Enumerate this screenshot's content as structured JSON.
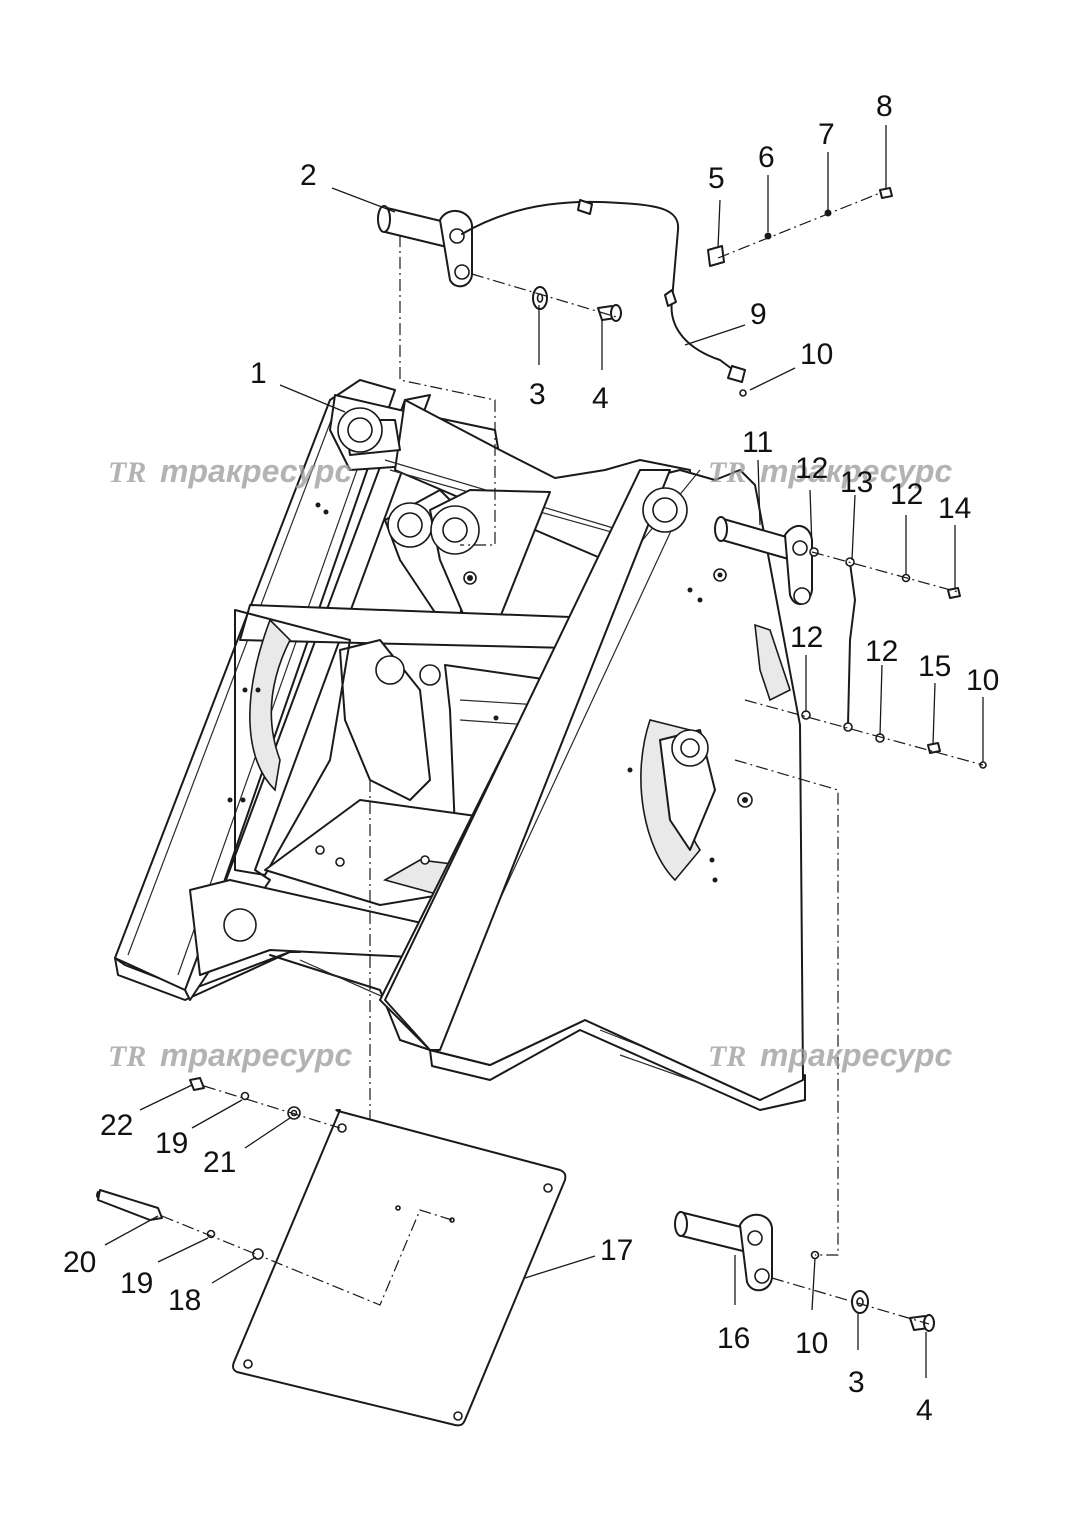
{
  "watermark": {
    "logo": "TR",
    "text": "тракресурс"
  },
  "callouts": [
    {
      "id": "c2",
      "label": "2"
    },
    {
      "id": "c5",
      "label": "5"
    },
    {
      "id": "c6",
      "label": "6"
    },
    {
      "id": "c7",
      "label": "7"
    },
    {
      "id": "c8",
      "label": "8"
    },
    {
      "id": "c9",
      "label": "9"
    },
    {
      "id": "c10a",
      "label": "10"
    },
    {
      "id": "c3a",
      "label": "3"
    },
    {
      "id": "c4a",
      "label": "4"
    },
    {
      "id": "c1",
      "label": "1"
    },
    {
      "id": "c11",
      "label": "11"
    },
    {
      "id": "c12a",
      "label": "12"
    },
    {
      "id": "c13",
      "label": "13"
    },
    {
      "id": "c12b",
      "label": "12"
    },
    {
      "id": "c14",
      "label": "14"
    },
    {
      "id": "c12c",
      "label": "12"
    },
    {
      "id": "c12d",
      "label": "12"
    },
    {
      "id": "c15",
      "label": "15"
    },
    {
      "id": "c10b",
      "label": "10"
    },
    {
      "id": "c22",
      "label": "22"
    },
    {
      "id": "c19a",
      "label": "19"
    },
    {
      "id": "c21",
      "label": "21"
    },
    {
      "id": "c20",
      "label": "20"
    },
    {
      "id": "c19b",
      "label": "19"
    },
    {
      "id": "c18",
      "label": "18"
    },
    {
      "id": "c17",
      "label": "17"
    },
    {
      "id": "c16",
      "label": "16"
    },
    {
      "id": "c10c",
      "label": "10"
    },
    {
      "id": "c3b",
      "label": "3"
    },
    {
      "id": "c4b",
      "label": "4"
    }
  ]
}
